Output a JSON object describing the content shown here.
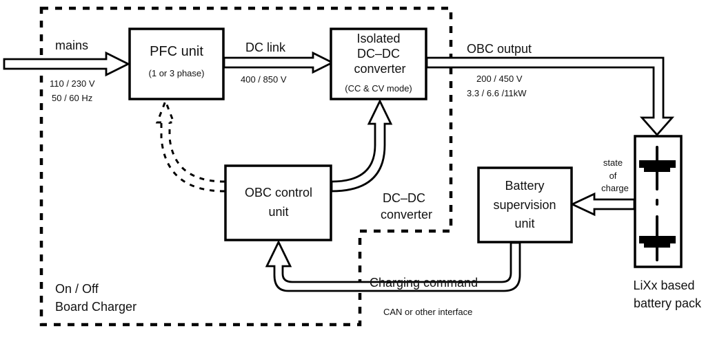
{
  "diagram": {
    "title": "On / Off Board Charger block diagram",
    "frame": {
      "label_line1": "On / Off",
      "label_line2": "Board Charger",
      "inner_label_line1": "DC–DC",
      "inner_label_line2": "converter"
    },
    "input": {
      "label": "mains",
      "voltage": "110 / 230 V",
      "frequency": "50 / 60 Hz"
    },
    "pfc": {
      "title": "PFC unit",
      "subtitle": "(1 or 3 phase)"
    },
    "dc_link": {
      "label": "DC link",
      "voltage": "400 / 850 V"
    },
    "dcdc": {
      "line1": "Isolated",
      "line2": "DC–DC",
      "line3": "converter",
      "line4": "(CC & CV mode)"
    },
    "output": {
      "label": "OBC output",
      "voltage": "200 / 450 V",
      "power": "3.3 / 6.6 /11kW"
    },
    "control": {
      "line1": "OBC control",
      "line2": "unit"
    },
    "bsu": {
      "line1": "Battery",
      "line2": "supervision",
      "line3": "unit"
    },
    "soc": {
      "line1": "state",
      "line2": "of",
      "line3": "charge"
    },
    "battery": {
      "line1": "LiXx based",
      "line2": "battery pack"
    },
    "command": {
      "label": "Charging command",
      "interface": "CAN or other interface"
    }
  }
}
